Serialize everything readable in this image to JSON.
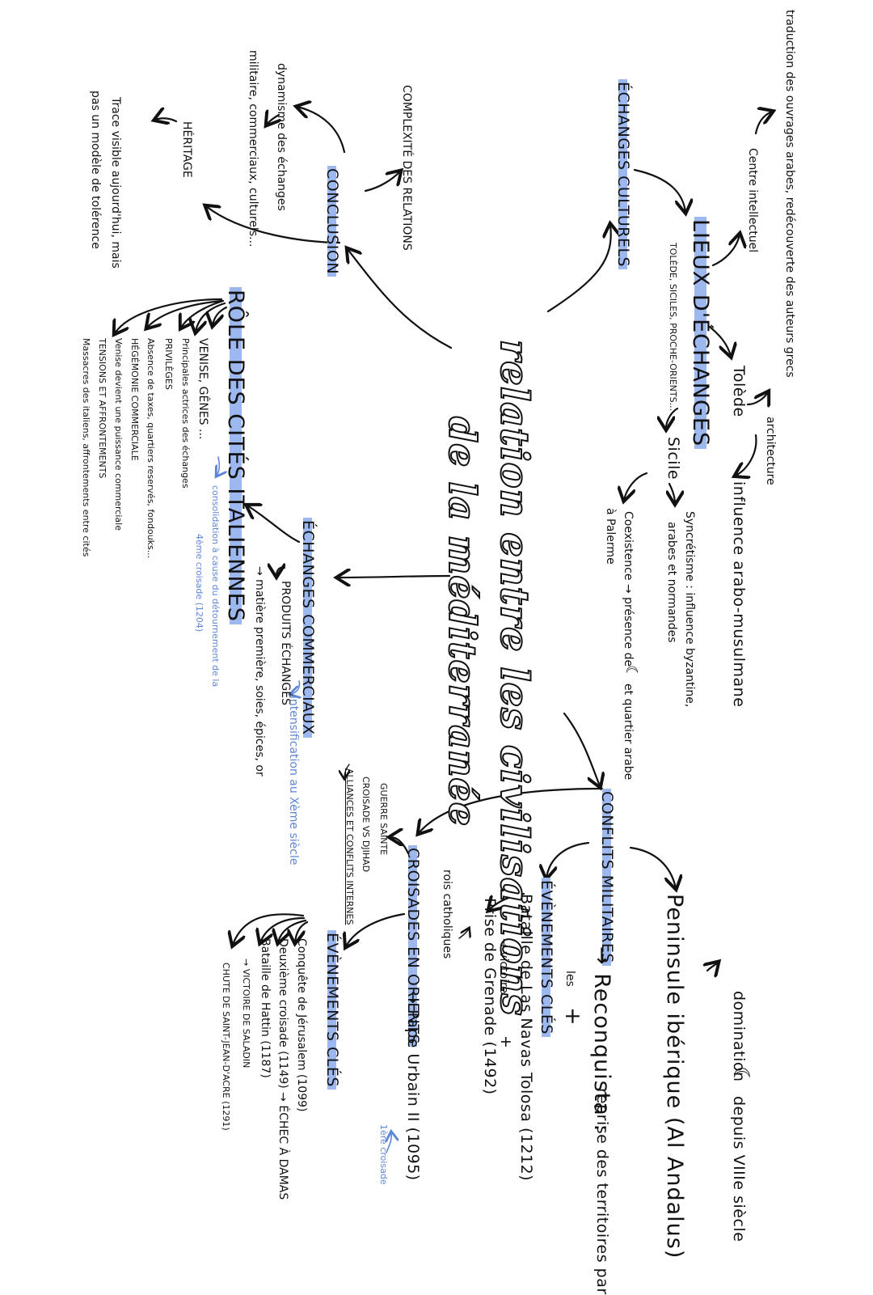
{
  "title": {
    "line1": "relation entre les civilisations",
    "line2": "de la méditerranée"
  },
  "echanges_culturels": {
    "heading": "ÉCHANGES CULTURELS",
    "lieux": {
      "heading": "LIEUX D'ÉCHANGES",
      "list": "TOLÈDE, SICILES, PROCHE-ORIENTS..."
    },
    "centre": "Centre intellectuel",
    "traduction": "traduction des ouvrages arabes, redécouverte des auteurs grecs",
    "tolede": "Tolède",
    "architecture": "architecture",
    "influence": "influence arabo-musulmane",
    "sicile": "Sicile",
    "syncretisme_1": "Syncrétisme : influence byzantine,",
    "syncretisme_2": "arabes et normandes",
    "coexistence_1": "Coexistence → présence de",
    "coexistence_2": "à Palerme",
    "coexistence_3": "et quartier arabe",
    "crescent": "☾"
  },
  "conclusion": {
    "heading": "CONCLUSION",
    "complexite": "COMPLEXITÉ DES RELATIONS",
    "dynamisme_1": "dynamisme des échanges",
    "dynamisme_2": "militaire, commerciaux, culturels...",
    "heritage": "HÉRITAGE",
    "trace_1": "Trace visible aujourd'hui, mais",
    "trace_2": "pas un modèle de tolérence"
  },
  "role": {
    "heading": "RÔLE DES CITÉS ITALIENNES",
    "venise": "VENISE, GÊNES ...",
    "principales": "Principales actrices des échanges",
    "privileges": "PRIVILÈGES",
    "absence": "Absence de taxes, quartiers reservés, fondouks...",
    "hegemonie": "HÉGÉMONIE COMMERCIALE",
    "venise_devient": "Venise devient une puissance commerciale",
    "tensions": "TENSIONS ET AFFRONTEMENTS",
    "massacres": "Massacres des italiens, affrontements entre cités",
    "consolidation_1": "consolidation à cause du détournement de la",
    "consolidation_2": "4ème croisade (1204)"
  },
  "commerciaux": {
    "heading": "ÉCHANGES COMMERCIAUX",
    "produits": "PRODUITS ÉCHANGÉS",
    "matiere": "→ matière première, soies, épices, or",
    "intensification": "intensification au Xème siècle"
  },
  "conflits": {
    "heading": "CONFLITS MILITAIRES",
    "reconquista": "→ Reconquista :",
    "reprise": "reprise des territoires par",
    "les": "les",
    "plus": "+",
    "peninsule": "Peninsule ibérique (Al Andalus)",
    "domination": "domination",
    "depuis": "depuis VIIIe siècle",
    "evenements": "ÉVÈNEMENTS CLÉS",
    "bataille": "Bataille de Las Navas Tolosa (1212)",
    "victoire": "→ victoire",
    "prise": "Prise de Grenade (1492)",
    "rois": "rois catholiques"
  },
  "croisades": {
    "heading": "CROISADES EN ORIENTS",
    "pape": "→ Pape Urbain II (1095)",
    "premiere": "1ère croisade",
    "guerre": "GUERRE SAINTE",
    "croisade_vs": "CROISADE VS DJIHAD",
    "alliances": "ALLIANCES ET CONFLITS INTERNES",
    "evenements": "ÉVÈNEMENTS CLÉS",
    "conquete": "Conquête de Jérusalem (1099)",
    "deuxieme": "Deuxième croisade (1149) → ÉCHEC À DAMAS",
    "hattin": "Bataille de Hattin (1187)",
    "saladin": "→ VICTOIRE DE SALADIN",
    "chute": "CHUTE DE SAINT-JEAN-D'ACRE (1291)"
  }
}
